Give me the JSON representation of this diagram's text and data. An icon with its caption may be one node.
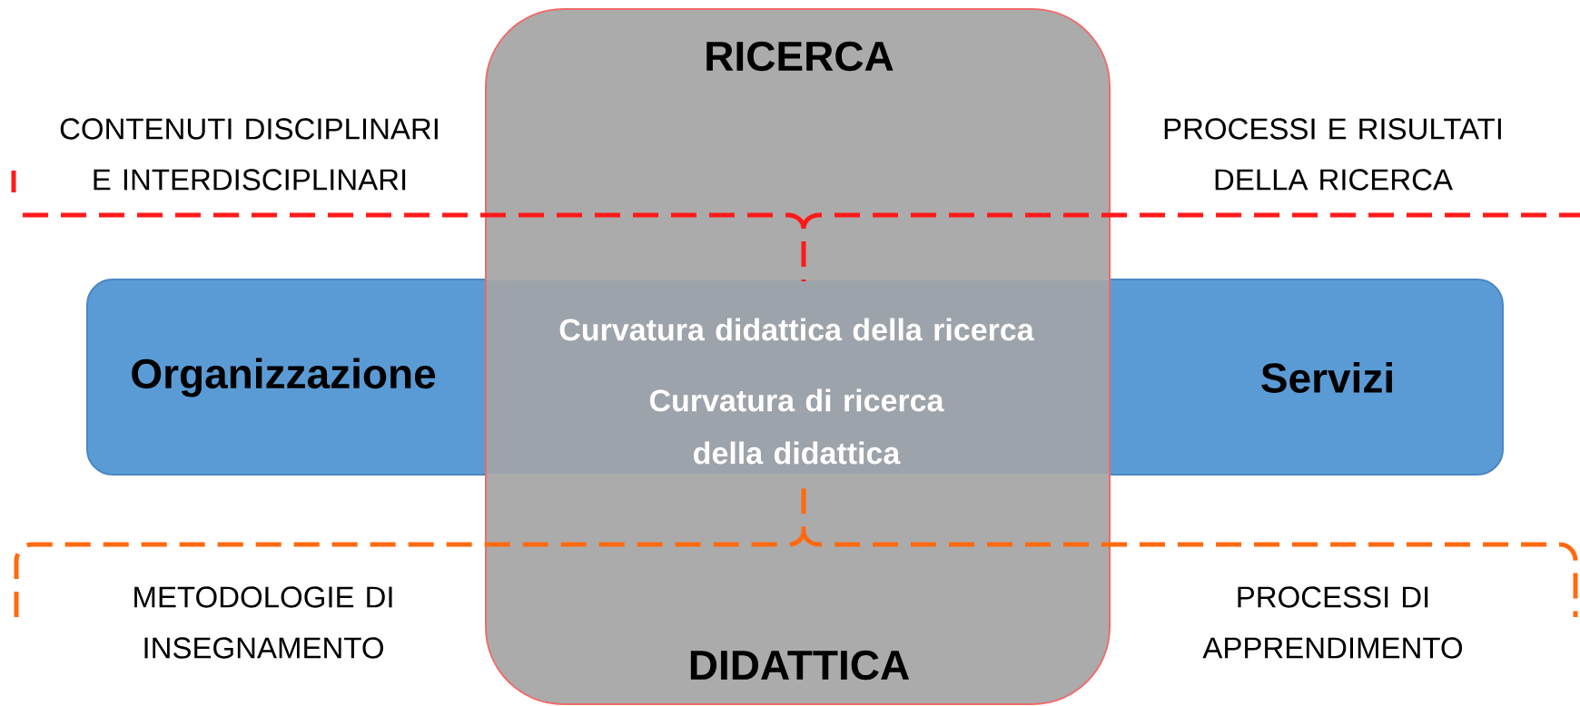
{
  "diagram": {
    "nodes": [
      {
        "text": [
          "RICERCA",
          "DIDATTICA"
        ]
      },
      {
        "text": [
          "Organizzazione",
          "Servizi"
        ]
      }
    ],
    "labels": [
      "CONTENUTI DISCIPLINARI E INTERDISCIPLINARI",
      "PROCESSI E RISULTATI DELLA RICERCA",
      "Curvatura didattica della ricerca",
      "Curvatura di ricerca della didattica",
      "METODOLOGIE DI INSEGNAMENTO",
      "PROCESSI DI APPRENDIMENTO"
    ]
  }
}
